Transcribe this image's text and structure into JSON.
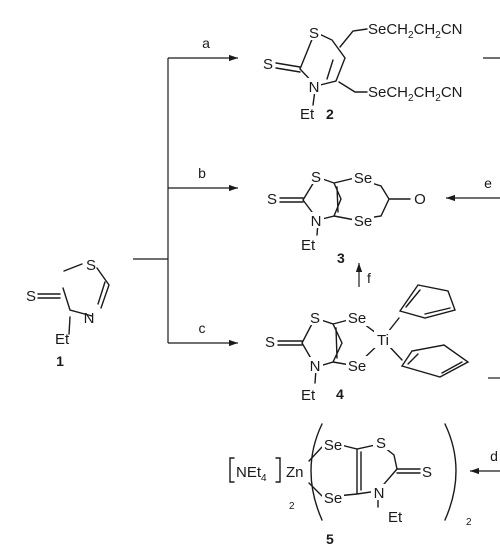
{
  "scheme": {
    "compounds": {
      "c1": {
        "number": "1",
        "atoms": {
          "s_ring": "S",
          "s_exo": "S",
          "n": "N",
          "et": "Et"
        }
      },
      "c2": {
        "number": "2",
        "atoms": {
          "s_ring": "S",
          "s_exo": "S",
          "n": "N",
          "et": "Et",
          "sub_top": "SeCH",
          "sub_top_2a": "2",
          "sub_top_mid": "CH",
          "sub_top_2b": "2",
          "sub_top_end": "CN",
          "sub_bot": "SeCH",
          "sub_bot_2a": "2",
          "sub_bot_mid": "CH",
          "sub_bot_2b": "2",
          "sub_bot_end": "CN"
        }
      },
      "c3": {
        "number": "3",
        "atoms": {
          "s_ring": "S",
          "s_exo": "S",
          "n": "N",
          "et": "Et",
          "se_top": "Se",
          "se_bot": "Se",
          "o": "O"
        }
      },
      "c4": {
        "number": "4",
        "atoms": {
          "s_ring": "S",
          "s_exo": "S",
          "n": "N",
          "et": "Et",
          "se_top": "Se",
          "se_bot": "Se",
          "ti": "Ti"
        }
      },
      "c5": {
        "number": "5",
        "atoms": {
          "cation": "NEt",
          "cation_sub": "4",
          "zn": "Zn",
          "zn_sub": "2",
          "se_top": "Se",
          "se_bot": "Se",
          "s_ring": "S",
          "s_exo": "S",
          "n": "N",
          "et": "Et",
          "outer_sub": "2"
        }
      }
    },
    "arrows": {
      "a": "a",
      "b": "b",
      "c": "c",
      "d": "d",
      "e": "e",
      "f": "f"
    }
  },
  "colors": {
    "ink": "#1a1a1a",
    "background": "#ffffff"
  }
}
